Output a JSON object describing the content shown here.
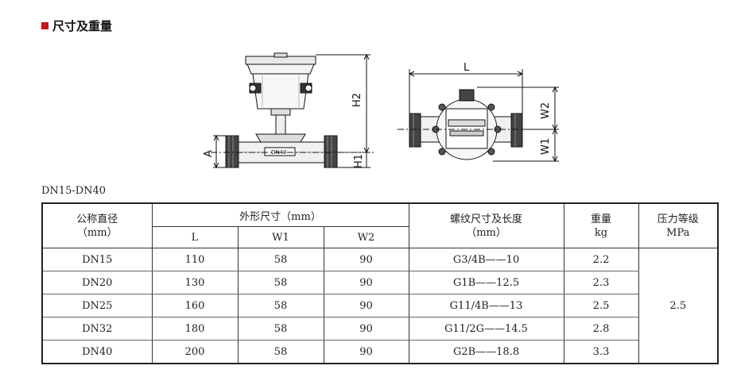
{
  "section_title": "尺寸及重量",
  "drawing_labels": {
    "h2": "H2",
    "a": "A",
    "h1": "H1",
    "l": "L",
    "w2": "W2",
    "w1": "W1",
    "pipe": "DN40"
  },
  "range_label": "DN15-DN40",
  "table": {
    "headers": {
      "nominal_line1": "公称直径",
      "nominal_line2": "（mm）",
      "outer_dims": "外形尺寸（mm）",
      "L": "L",
      "W1": "W1",
      "W2": "W2",
      "thread_line1": "螺纹尺寸及长度",
      "thread_line2": "（mm）",
      "weight_line1": "重量",
      "weight_line2": "kg",
      "pressure_line1": "压力等级",
      "pressure_line2": "MPa"
    },
    "rows": [
      {
        "dn": "DN15",
        "l": "110",
        "w1": "58",
        "w2": "90",
        "thread": "G3/4B——10",
        "weight": "2.2"
      },
      {
        "dn": "DN20",
        "l": "130",
        "w1": "58",
        "w2": "90",
        "thread": "G1B——12.5",
        "weight": "2.3"
      },
      {
        "dn": "DN25",
        "l": "160",
        "w1": "58",
        "w2": "90",
        "thread": "G11/4B——13",
        "weight": "2.5"
      },
      {
        "dn": "DN32",
        "l": "180",
        "w1": "58",
        "w2": "90",
        "thread": "G11/2G——14.5",
        "weight": "2.8"
      },
      {
        "dn": "DN40",
        "l": "200",
        "w1": "58",
        "w2": "90",
        "thread": "G2B——18.8",
        "weight": "3.3"
      }
    ],
    "pressure": "2.5"
  }
}
